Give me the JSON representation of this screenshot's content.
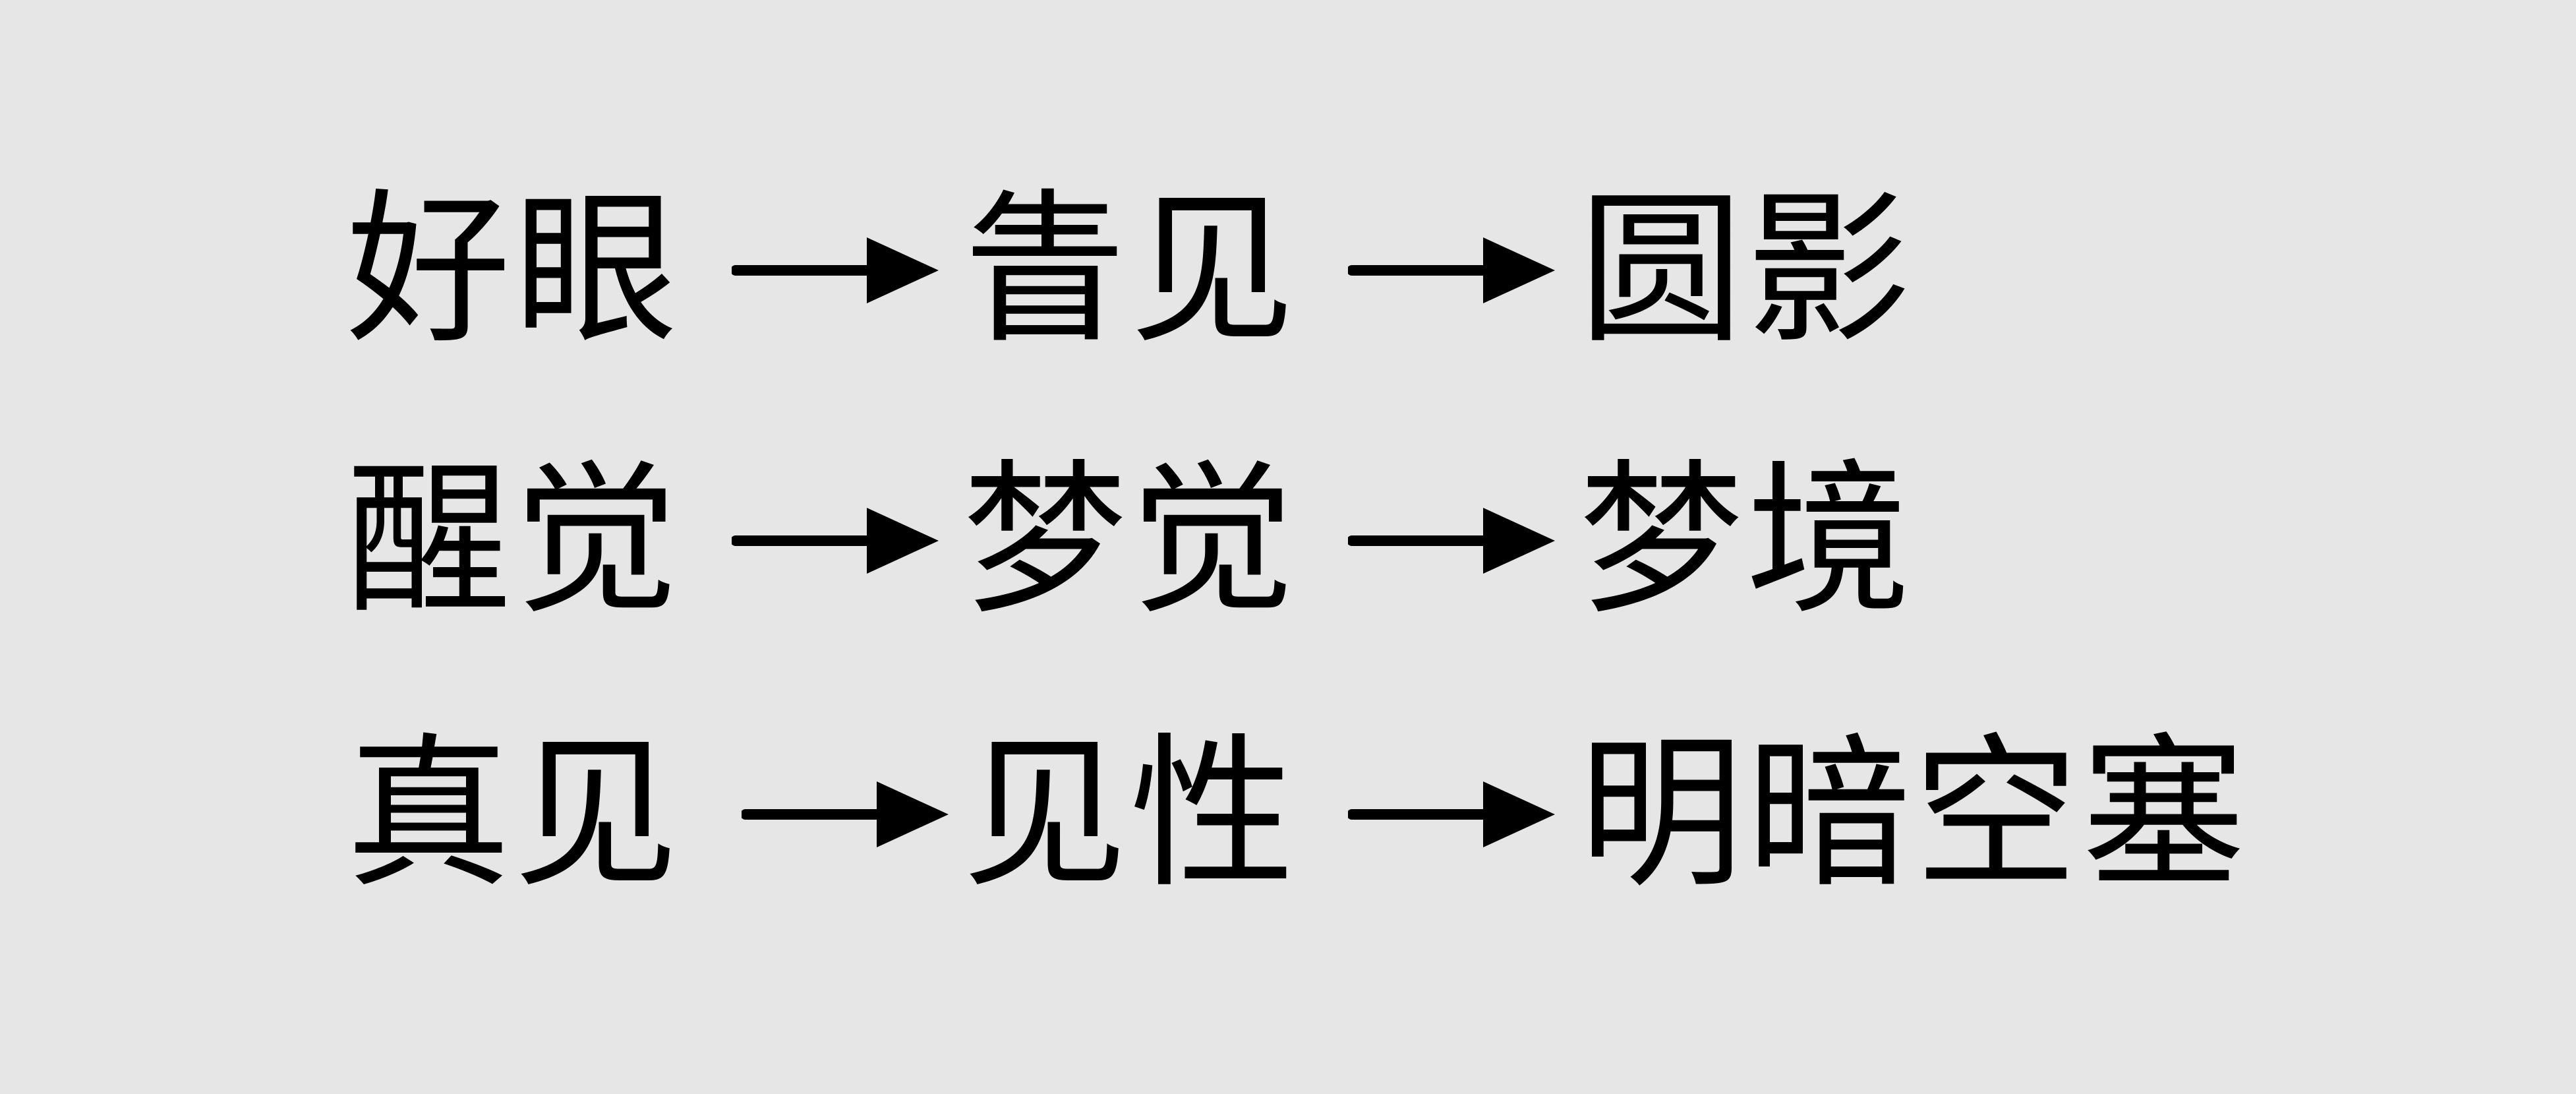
{
  "background_color": "#e6e6e6",
  "text_color": "#000000",
  "arrow_icon": "right-arrow-icon",
  "rows": [
    {
      "terms": [
        "好眼",
        "眚见",
        "圆影"
      ]
    },
    {
      "terms": [
        "醒觉",
        "梦觉",
        "梦境"
      ]
    },
    {
      "terms": [
        "真见",
        "见性",
        "明暗空塞"
      ]
    }
  ]
}
